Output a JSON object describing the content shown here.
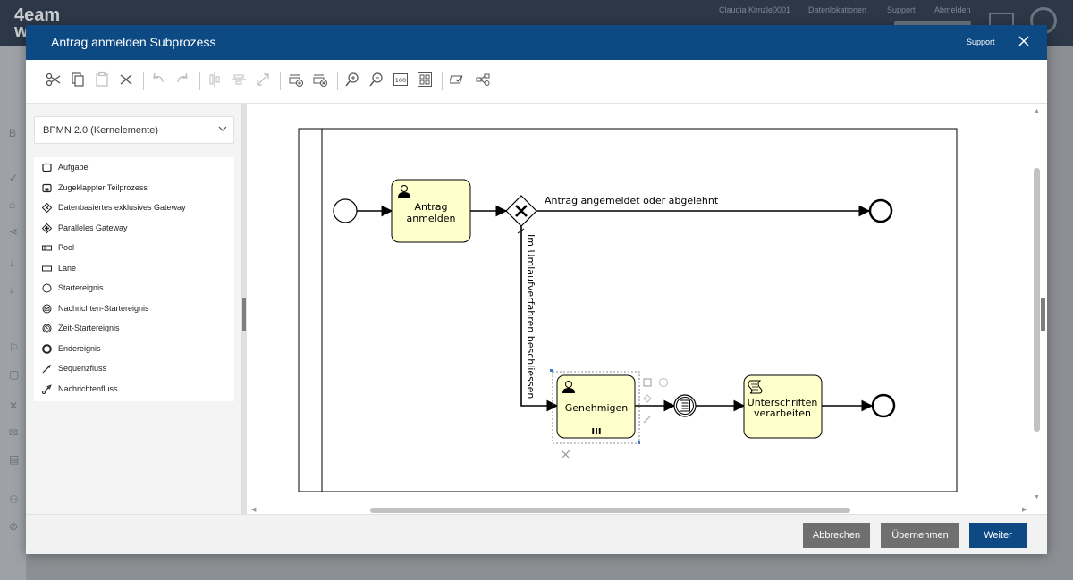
{
  "background": {
    "logo": "4eam\nw",
    "nav": [
      "Claudia Kimzle0001",
      "Datenlokationen",
      "Support",
      "Abmelden"
    ]
  },
  "modal": {
    "title": "Antrag anmelden Subprozess",
    "support_label": "Support",
    "close_icon": "close-icon"
  },
  "toolbar": {
    "icons": [
      "cut-icon",
      "copy-icon",
      "paste-icon",
      "delete-icon",
      "undo-icon",
      "redo-icon",
      "align-vertical-icon",
      "align-horizontal-icon",
      "fit-icon",
      "add-lane-above-icon",
      "remove-lane-icon",
      "zoom-in-icon",
      "zoom-out-icon",
      "zoom-100-icon",
      "overview-icon",
      "validate-icon",
      "share-icon"
    ],
    "zoom100_label": "100"
  },
  "palette": {
    "selected": "BPMN 2.0 (Kernelemente)",
    "items": [
      {
        "label": "Aufgabe",
        "icon": "task-icon"
      },
      {
        "label": "Zugeklappter Teilprozess",
        "icon": "collapsed-subprocess-icon"
      },
      {
        "label": "Datenbasiertes exklusives Gateway",
        "icon": "exclusive-gateway-icon"
      },
      {
        "label": "Paralleles Gateway",
        "icon": "parallel-gateway-icon"
      },
      {
        "label": "Pool",
        "icon": "pool-icon"
      },
      {
        "label": "Lane",
        "icon": "lane-icon"
      },
      {
        "label": "Startereignis",
        "icon": "start-event-icon"
      },
      {
        "label": "Nachrichten-Startereignis",
        "icon": "message-start-event-icon"
      },
      {
        "label": "Zeit-Startereignis",
        "icon": "timer-start-event-icon"
      },
      {
        "label": "Endereignis",
        "icon": "end-event-icon"
      },
      {
        "label": "Sequenzfluss",
        "icon": "sequence-flow-icon"
      },
      {
        "label": "Nachrichtenfluss",
        "icon": "message-flow-icon"
      }
    ]
  },
  "diagram": {
    "task_antrag_line1": "Antrag",
    "task_antrag_line2": "anmelden",
    "task_genehmigen": "Genehmigen",
    "task_unterschriften_line1": "Unterschriften",
    "task_unterschriften_line2": "verarbeiten",
    "flow_label_top": "Antrag angemeldet oder abgelehnt",
    "flow_label_vertical": "Im Umlaufverfahren beschliessen",
    "multi_instance_marker": "III"
  },
  "footer": {
    "cancel": "Abbrechen",
    "apply": "Übernehmen",
    "next": "Weiter"
  }
}
